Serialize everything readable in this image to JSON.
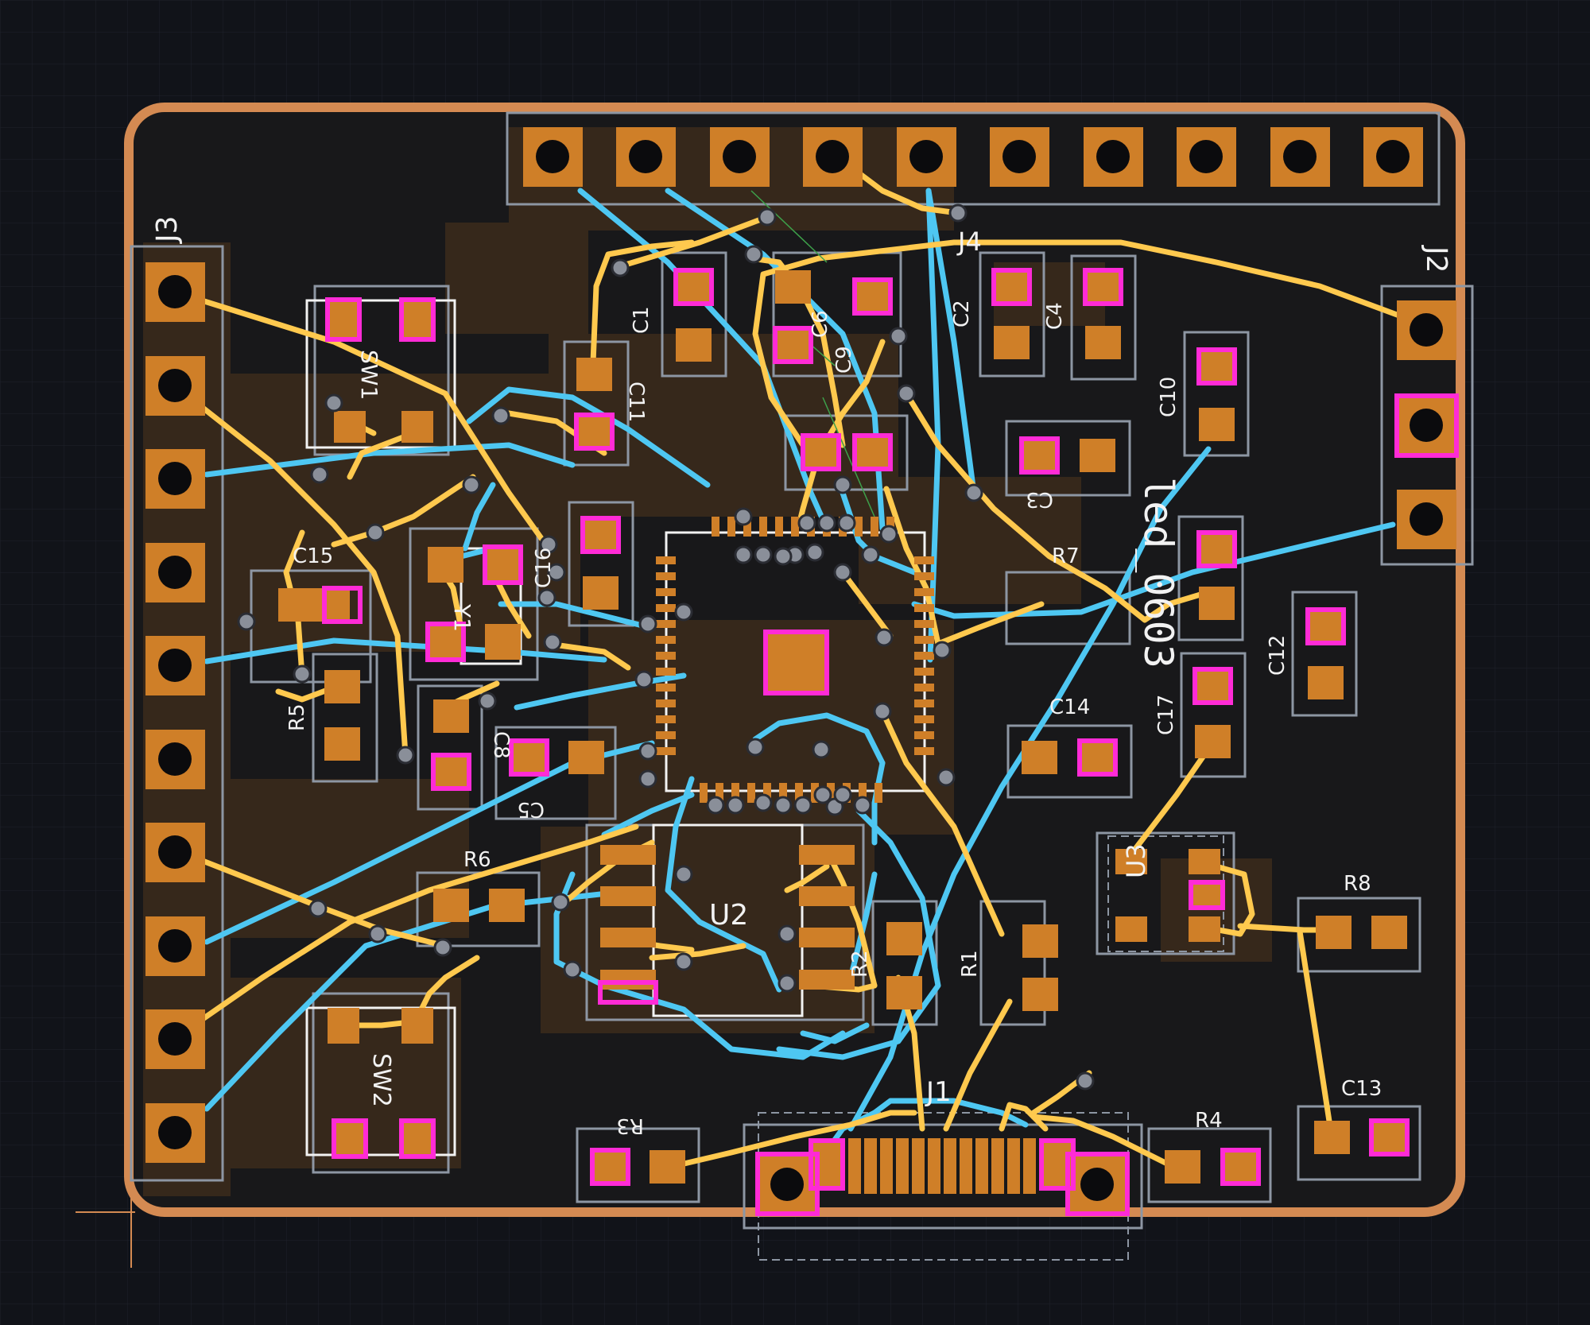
{
  "colors": {
    "background": "#111319",
    "grid": "#1e222b",
    "board_outline": "#d48a52",
    "board_fill": "#18181a",
    "copper_pour": "#3a2a1c",
    "pad": "#cf7f28",
    "pad_selected": "#ff2bd6",
    "trace_top": "#ffc94e",
    "trace_bottom": "#4ec7f2",
    "via": "#8a8f99",
    "silkscreen": "#f2f2f2",
    "courtyard": "#8d96a3"
  },
  "labels": {
    "J1": "J1",
    "J2": "J2",
    "J3": "J3",
    "J4": "J4",
    "U2": "U2",
    "U3": "U3",
    "Y1": "Y1",
    "SW1": "SW1",
    "SW2": "SW2",
    "C1": "C1",
    "C2": "C2",
    "C3": "C3",
    "C4": "C4",
    "C5": "C5",
    "C6": "C6",
    "C8": "C8",
    "C9": "C9",
    "C10": "C10",
    "C11": "C11",
    "C12": "C12",
    "C13": "C13",
    "C14": "C14",
    "C15": "C15",
    "C16": "C16",
    "C17": "C17",
    "R1": "R1",
    "R2": "R2",
    "R3": "R3",
    "R4": "R4",
    "R5": "R5",
    "R6": "R6",
    "R7": "R7",
    "R8": "R8",
    "footprint_text": "led_0603"
  }
}
